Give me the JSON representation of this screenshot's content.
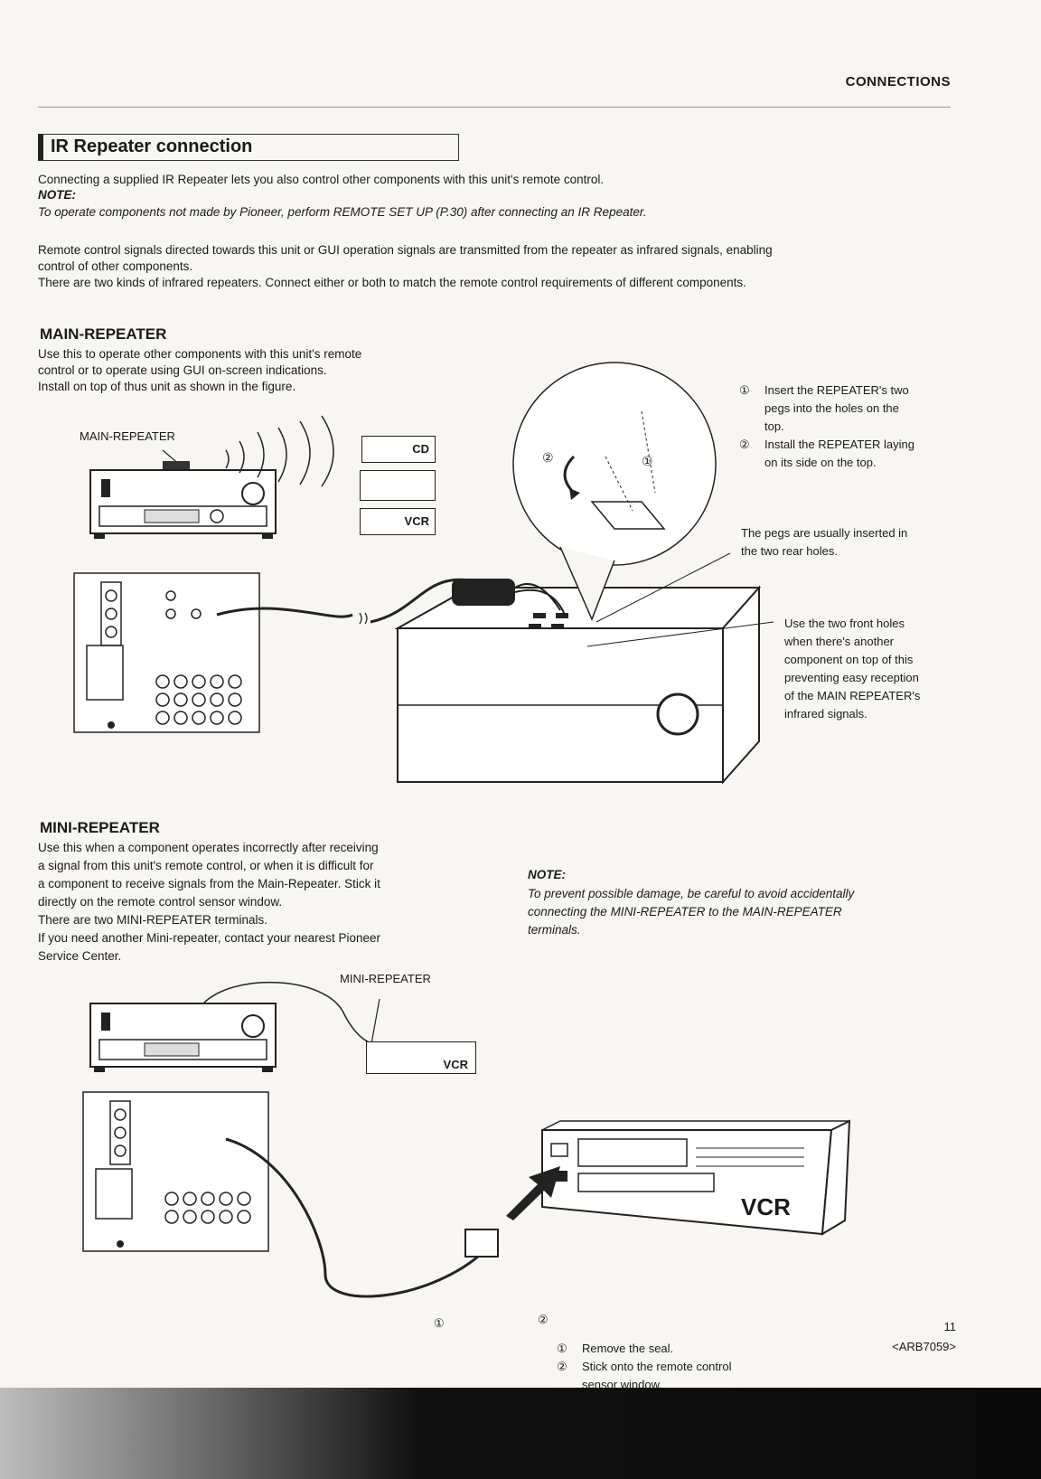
{
  "header": {
    "section": "CONNECTIONS"
  },
  "title": "IR Repeater connection",
  "intro": {
    "line1": "Connecting a supplied IR Repeater lets you also control other components with this unit's remote control.",
    "note_label": "NOTE:",
    "note_text": "To operate components not made by Pioneer, perform REMOTE SET UP (P.30) after connecting an IR Repeater.",
    "para2_line1": "Remote control signals directed towards this unit or GUI operation signals are transmitted from the repeater as infrared signals, enabling",
    "para2_line2": "control of other components.",
    "para3": "There are two kinds of infrared repeaters. Connect either or both to match the remote control requirements of different components."
  },
  "main_repeater": {
    "heading": "MAIN-REPEATER",
    "desc_line1": "Use this to operate other components with this unit's remote",
    "desc_line2": "control or to operate using GUI on-screen indications.",
    "desc_line3": "Install on top of thus unit as shown in the figure.",
    "figure_label": "MAIN-REPEATER",
    "device_labels": {
      "cd": "CD",
      "vcr": "VCR"
    },
    "step1_num": "①",
    "step1_line1": "Insert the REPEATER's two",
    "step1_line2": "pegs into the holes on the",
    "step1_line3": "top.",
    "step2_num": "②",
    "step2_line1": "Install the REPEATER laying",
    "step2_line2": "on its side on the top.",
    "pegs_line1": "The pegs are usually inserted in",
    "pegs_line2": "the two rear holes.",
    "front_line1": "Use the two front holes",
    "front_line2": "when there's another",
    "front_line3": "component on top of this",
    "front_line4": "preventing easy reception",
    "front_line5": "of the MAIN REPEATER's",
    "front_line6": "infrared signals."
  },
  "mini_repeater": {
    "heading": "MINI-REPEATER",
    "desc_line1": "Use this when a component operates incorrectly after receiving",
    "desc_line2": "a signal from this unit's remote control, or when it is difficult for",
    "desc_line3": "a component to receive signals from the Main-Repeater. Stick it",
    "desc_line4": "directly on the remote control sensor window.",
    "desc_line5": "There are two MINI-REPEATER terminals.",
    "desc_line6": "If you need another Mini-repeater, contact your nearest Pioneer",
    "desc_line7": "Service Center.",
    "note_label": "NOTE:",
    "note_line1": "To prevent possible damage, be careful to avoid accidentally",
    "note_line2": "connecting the MINI-REPEATER to the MAIN-REPEATER",
    "note_line3": "terminals.",
    "figure_label": "MINI-REPEATER",
    "vcr_label": "VCR",
    "step1_num": "①",
    "step1_text": "Remove the seal.",
    "step2_num": "②",
    "step2_line1": "Stick onto the remote control",
    "step2_line2": "sensor window."
  },
  "footer": {
    "page_number": "11",
    "code": "<ARB7059>"
  }
}
